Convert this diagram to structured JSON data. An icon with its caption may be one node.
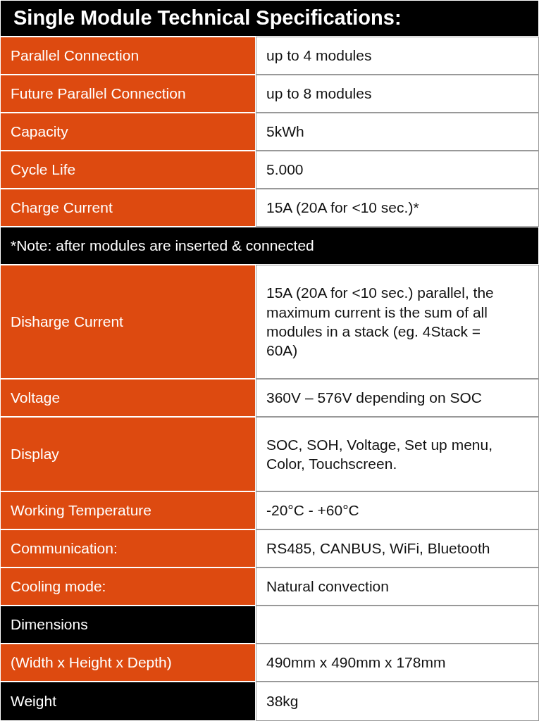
{
  "diagram": {
    "title": "Single Module Technical Specifications:",
    "labels": [
      "Parallel Connection",
      "up to 4 modules",
      "Future Parallel Connection",
      "up to 8 modules",
      "Capacity",
      "5kWh",
      "Cycle Life",
      "5.000",
      "Charge Current",
      "15A (20A for <10 sec.)*",
      "*Note: after modules are inserted & connected",
      "Disharge Current",
      "15A (20A for <10 sec.) parallel, the maximum current is the sum of all modules in a stack (eg. 4Stack = 60A)",
      "Voltage",
      "360V – 576V depending on SOC",
      "Display",
      "SOC, SOH, Voltage, Set up menu, Color, Touchscreen.",
      "Working Temperature",
      "-20°C - +60°C",
      "Communication:",
      "RS485, CANBUS, WiFi, Bluetooth",
      "Cooling mode:",
      "Natural convection",
      "Dimensions",
      "(Width x Height x Depth)",
      "490mm x 490mm x 178mm",
      "Weight",
      "38kg"
    ]
  }
}
